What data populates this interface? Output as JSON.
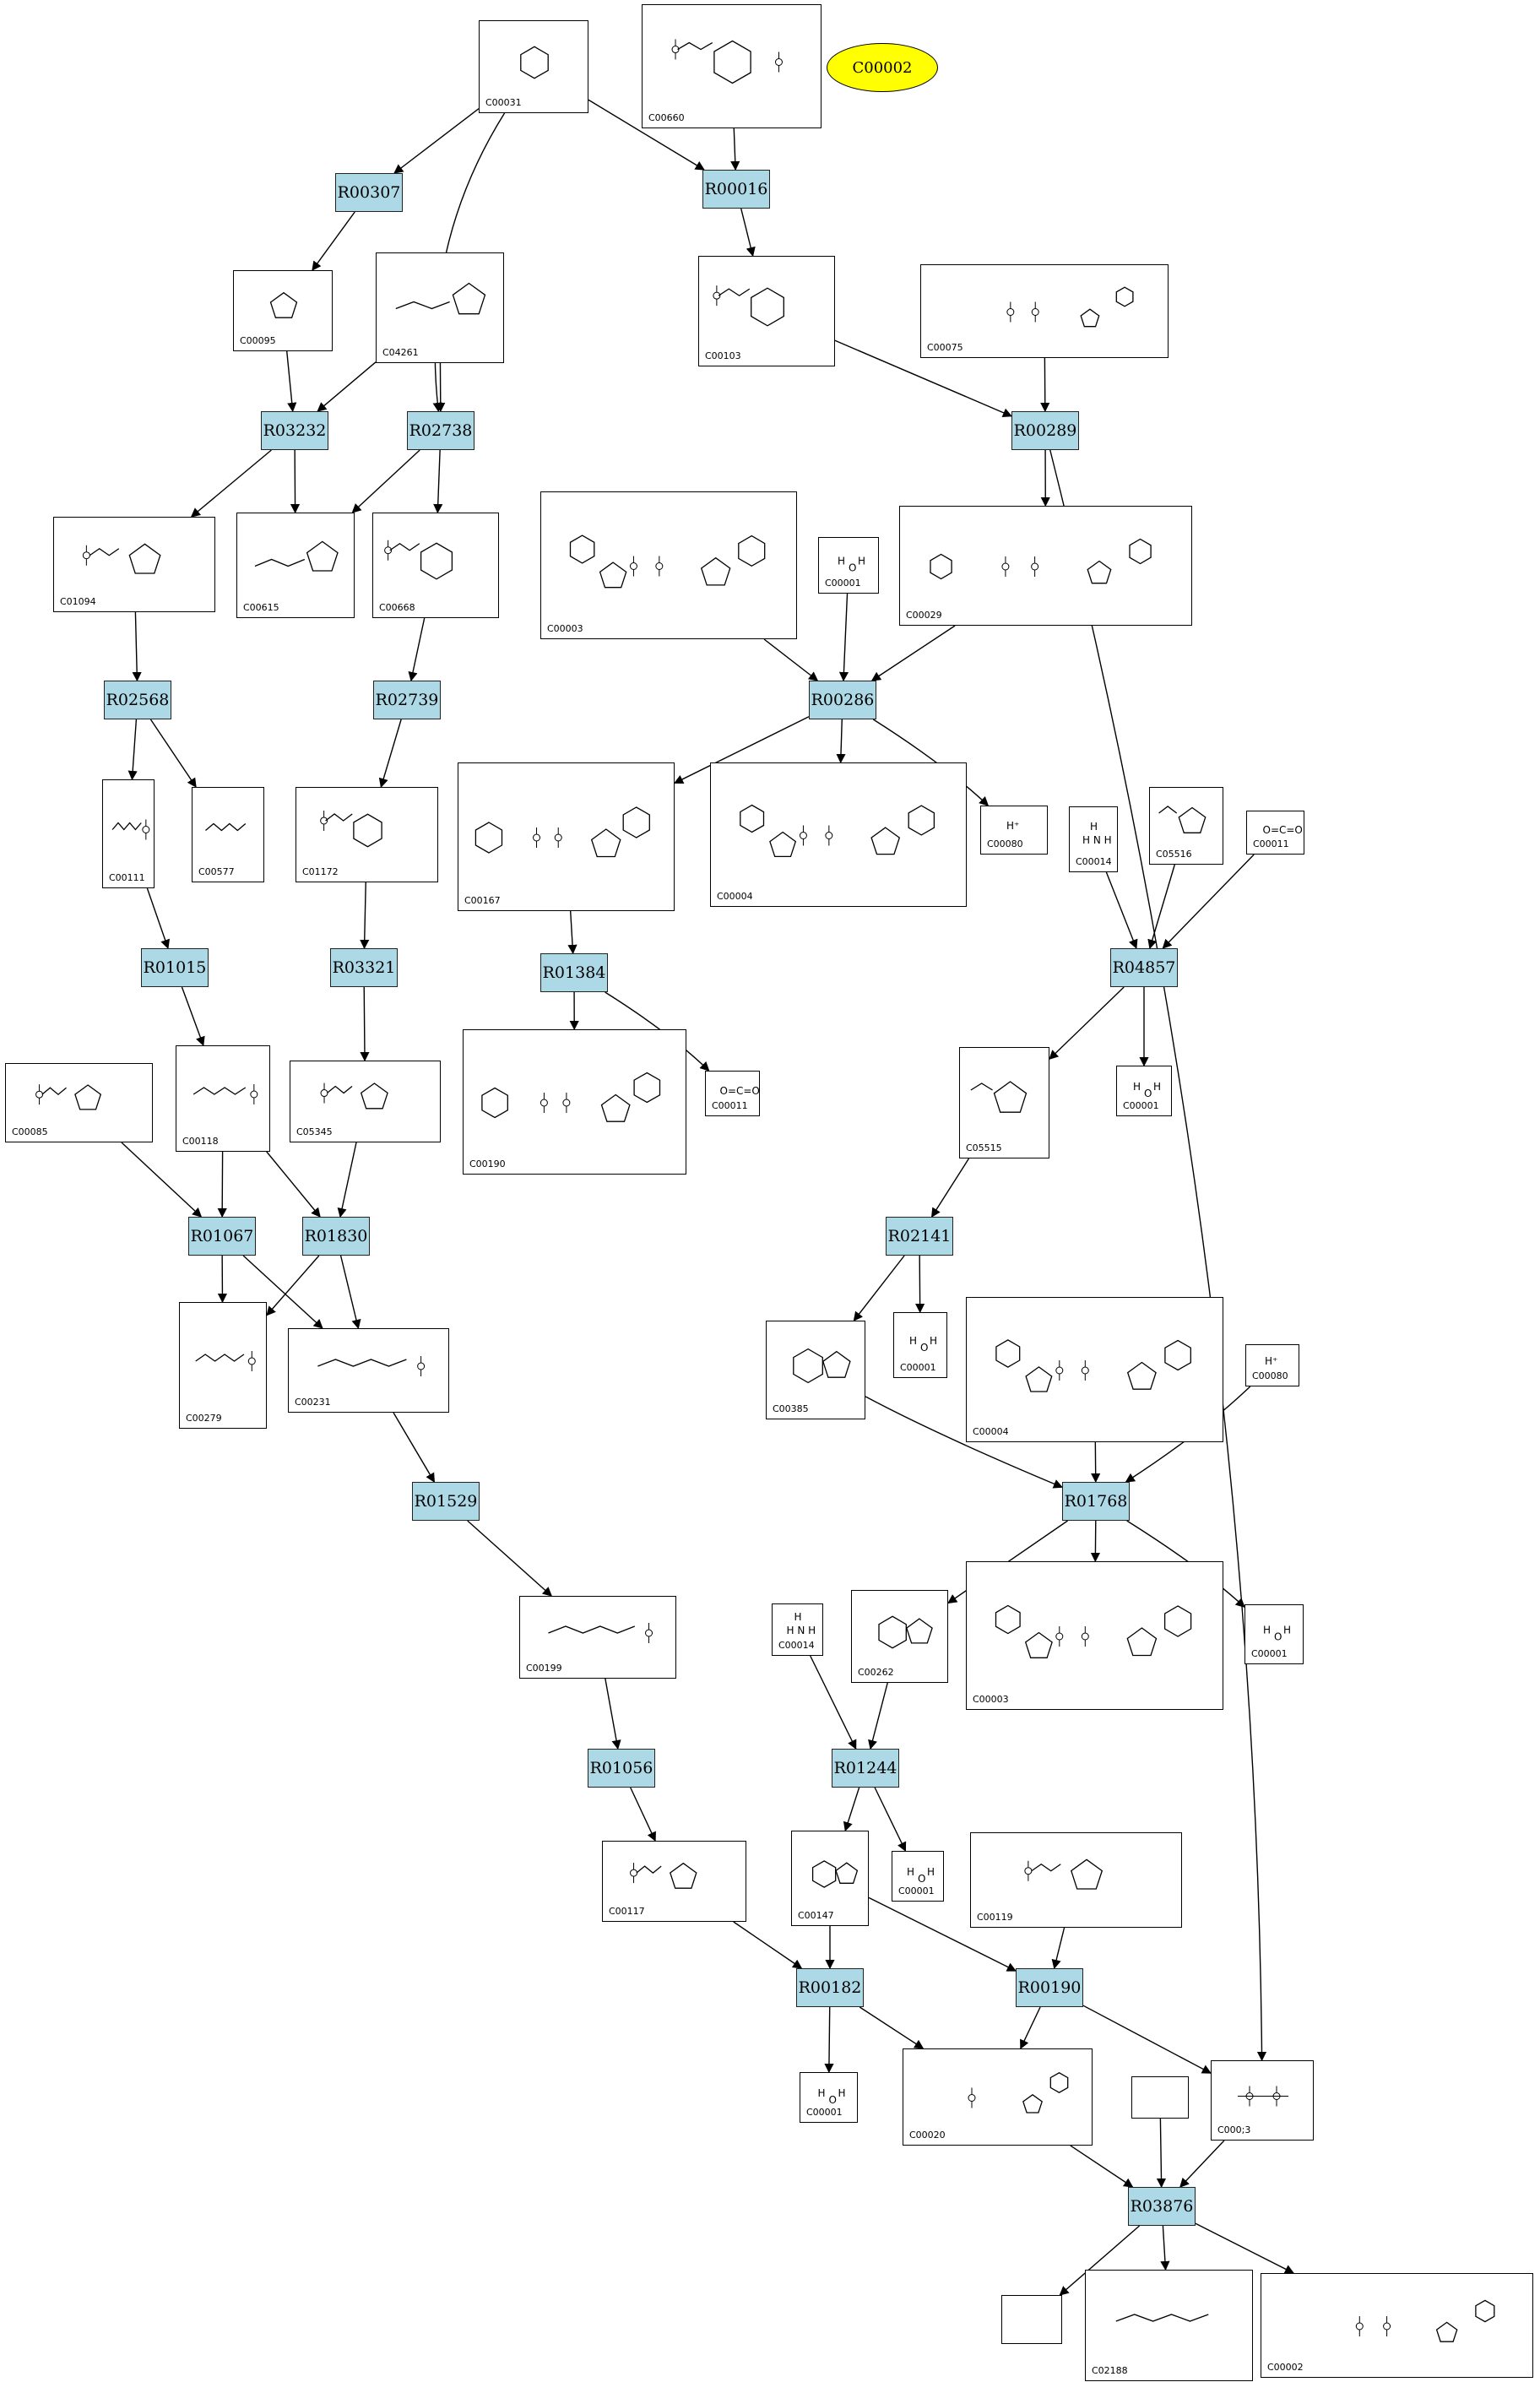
{
  "colors": {
    "reaction_fill": "#add8e6",
    "highlight_fill": "#ffff00",
    "edge": "#000000"
  },
  "highlight": {
    "label": "C00002"
  },
  "reactions": [
    {
      "id": "R00307"
    },
    {
      "id": "R00016"
    },
    {
      "id": "R03232"
    },
    {
      "id": "R02738"
    },
    {
      "id": "R00289"
    },
    {
      "id": "R02568"
    },
    {
      "id": "R02739"
    },
    {
      "id": "R00286"
    },
    {
      "id": "R01015"
    },
    {
      "id": "R03321"
    },
    {
      "id": "R01384"
    },
    {
      "id": "R04857"
    },
    {
      "id": "R01067"
    },
    {
      "id": "R01830"
    },
    {
      "id": "R02141"
    },
    {
      "id": "R01529"
    },
    {
      "id": "R01768"
    },
    {
      "id": "R01056"
    },
    {
      "id": "R01244"
    },
    {
      "id": "R00182"
    },
    {
      "id": "R00190"
    },
    {
      "id": "R03876"
    }
  ],
  "compounds": [
    {
      "id": "C00031",
      "icon": "hexose-ring"
    },
    {
      "id": "C00660",
      "icon": "hexose-diphosphate"
    },
    {
      "id": "C00095",
      "icon": "furanose-ring"
    },
    {
      "id": "C04261",
      "icon": "imidazole-chain"
    },
    {
      "id": "C00103",
      "icon": "hexose-phosphate"
    },
    {
      "id": "C00075",
      "icon": "nucleotide-triphosphate"
    },
    {
      "id": "C01094",
      "icon": "furanose-phosphate"
    },
    {
      "id": "C00615",
      "icon": "imidazole-chain"
    },
    {
      "id": "C00668",
      "icon": "hexose-phosphate"
    },
    {
      "id": "C00003",
      "icon": "dinucleotide"
    },
    {
      "id": "C00001",
      "icon": "water"
    },
    {
      "id": "C00029",
      "icon": "sugar-nucleotide"
    },
    {
      "id": "C00111",
      "icon": "triose-phosphate"
    },
    {
      "id": "C00577",
      "icon": "triose"
    },
    {
      "id": "C01172",
      "icon": "hexose-phosphate"
    },
    {
      "id": "C00167",
      "icon": "sugar-nucleotide"
    },
    {
      "id": "C00004",
      "icon": "dinucleotide"
    },
    {
      "id": "C00080",
      "icon": "proton"
    },
    {
      "id": "C00014",
      "icon": "ammonia"
    },
    {
      "id": "C05516",
      "icon": "imidazole-ring"
    },
    {
      "id": "C00011",
      "icon": "co2"
    },
    {
      "id": "C00085",
      "icon": "furanose-phosphate"
    },
    {
      "id": "C00118",
      "icon": "triose-phosphate"
    },
    {
      "id": "C05345",
      "icon": "furanose-phosphate"
    },
    {
      "id": "C00190",
      "icon": "sugar-nucleotide"
    },
    {
      "id": "C00011",
      "icon": "co2"
    },
    {
      "id": "C05515",
      "icon": "imidazole-ring"
    },
    {
      "id": "C00001",
      "icon": "water"
    },
    {
      "id": "C00279",
      "icon": "chain-phosphate"
    },
    {
      "id": "C00231",
      "icon": "chain-phosphate"
    },
    {
      "id": "C00385",
      "icon": "purine"
    },
    {
      "id": "C00001",
      "icon": "water"
    },
    {
      "id": "C00004",
      "icon": "dinucleotide"
    },
    {
      "id": "C00080",
      "icon": "proton"
    },
    {
      "id": "C00199",
      "icon": "chain-phosphate"
    },
    {
      "id": "C00014",
      "icon": "ammonia"
    },
    {
      "id": "C00262",
      "icon": "purine"
    },
    {
      "id": "C00003",
      "icon": "dinucleotide"
    },
    {
      "id": "C00001",
      "icon": "water"
    },
    {
      "id": "C00117",
      "icon": "furanose-phosphate"
    },
    {
      "id": "C00147",
      "icon": "purine"
    },
    {
      "id": "C00001",
      "icon": "water"
    },
    {
      "id": "C00119",
      "icon": "furanose-phosphate"
    },
    {
      "id": "C00001",
      "icon": "water"
    },
    {
      "id": "C00020",
      "icon": "nucleotide"
    },
    {
      "id": "C000;3",
      "icon": "diphosphate"
    },
    {
      "id": "",
      "icon": "empty"
    },
    {
      "id": "",
      "icon": "empty"
    },
    {
      "id": "C02188",
      "icon": "amide-chain"
    },
    {
      "id": "C00002",
      "icon": "nucleotide-triphosphate"
    }
  ]
}
